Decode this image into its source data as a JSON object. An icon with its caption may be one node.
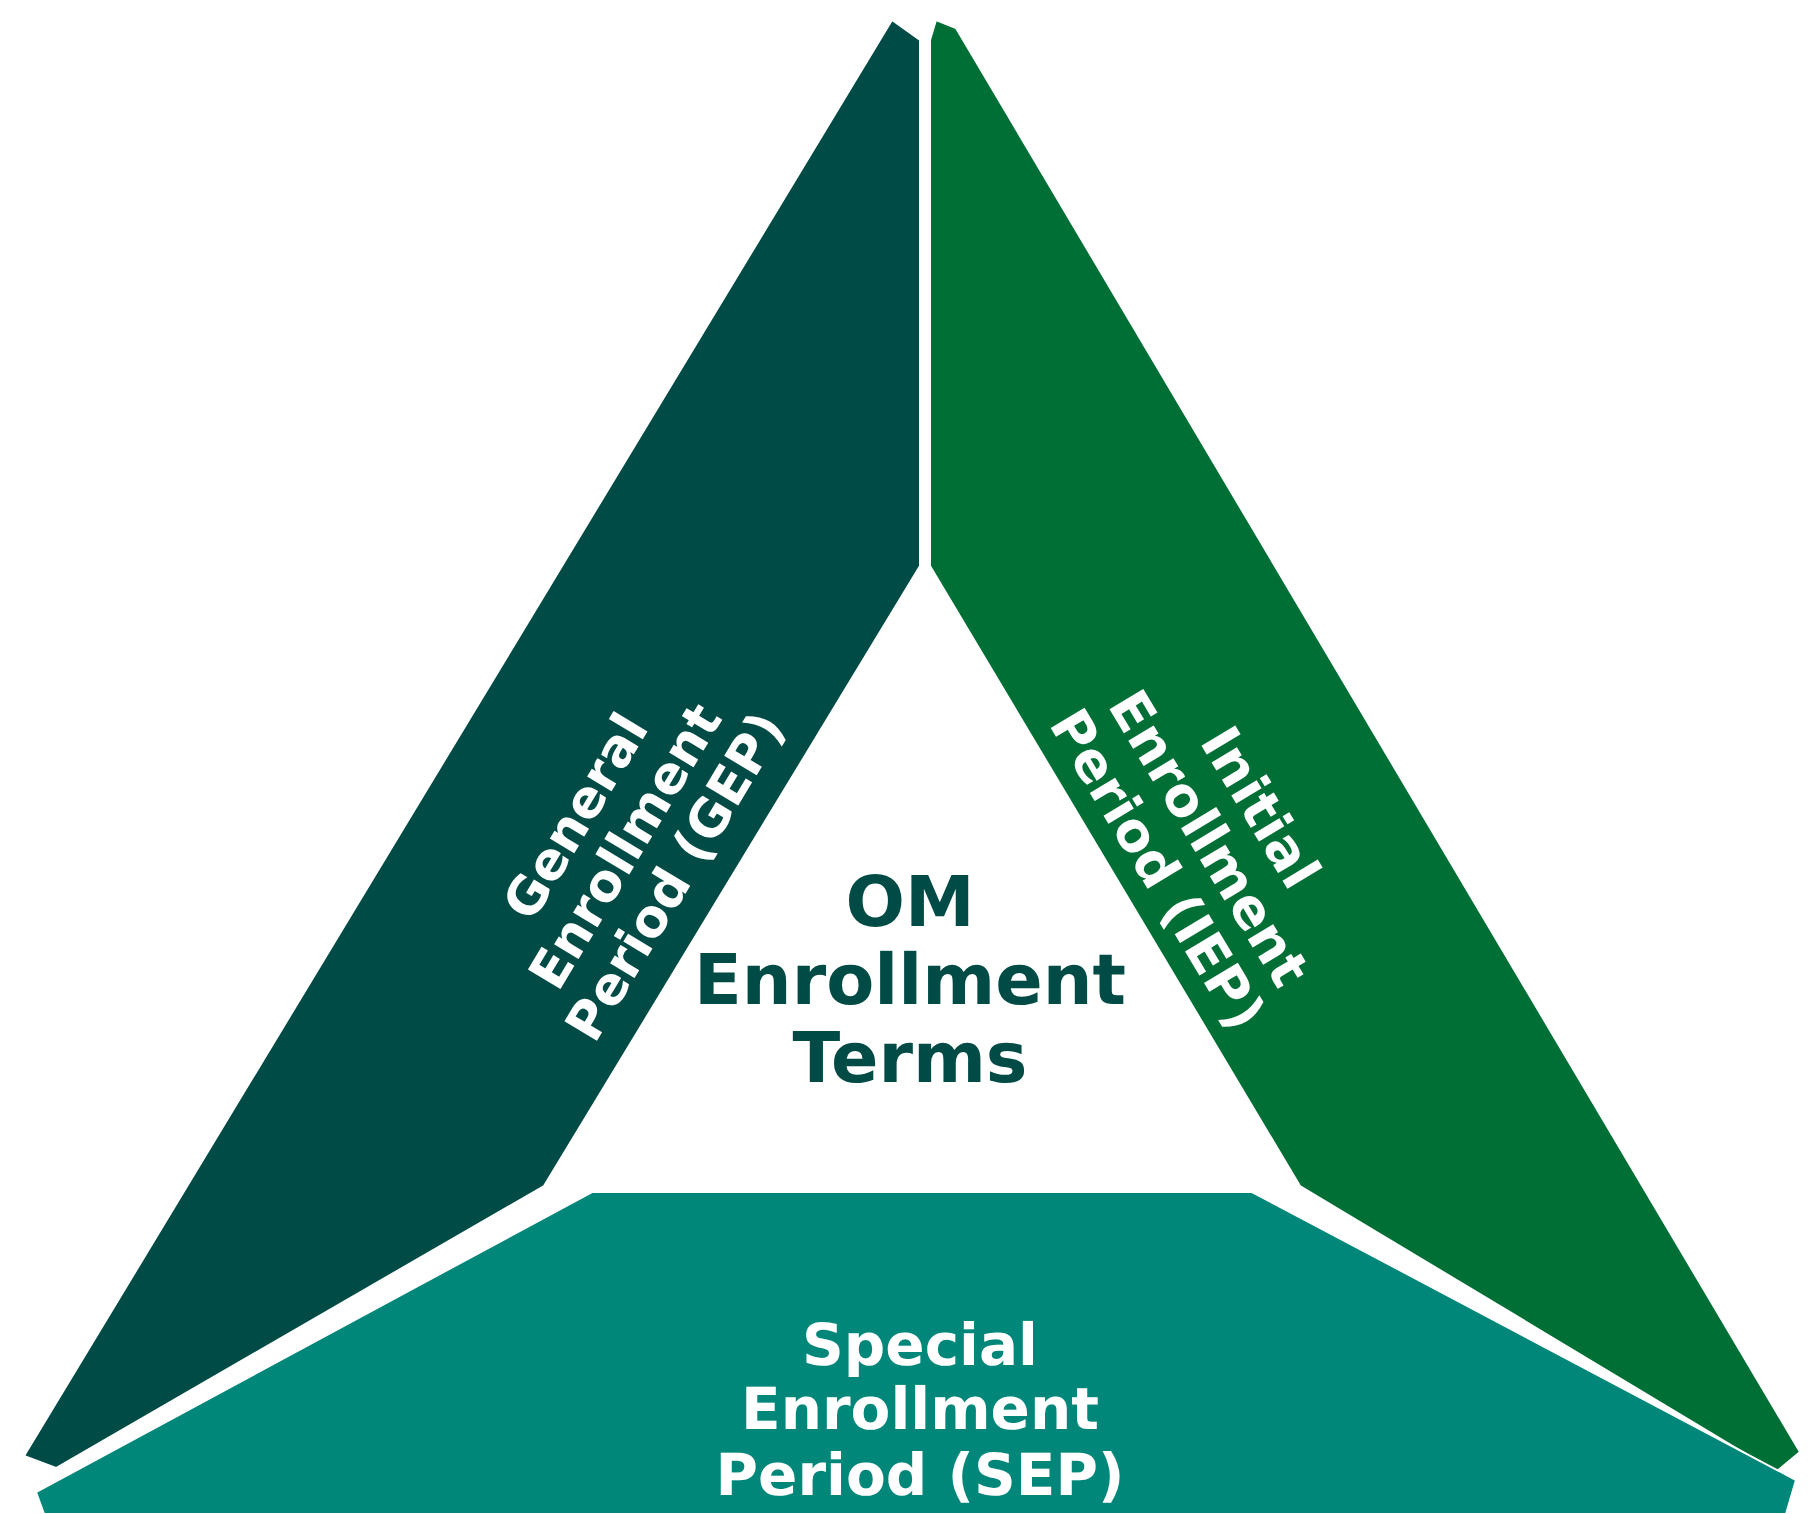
{
  "diagram": {
    "nodes": [
      {
        "text": [
          "General Enrollment Period (GEP)"
        ]
      },
      {
        "text": [
          "Initial Enrollment Period (IEP)"
        ]
      },
      {
        "text": [
          "Special Enrollment Period (SEP)"
        ]
      },
      {
        "text": [
          "OM Enrollment Terms"
        ]
      }
    ]
  }
}
